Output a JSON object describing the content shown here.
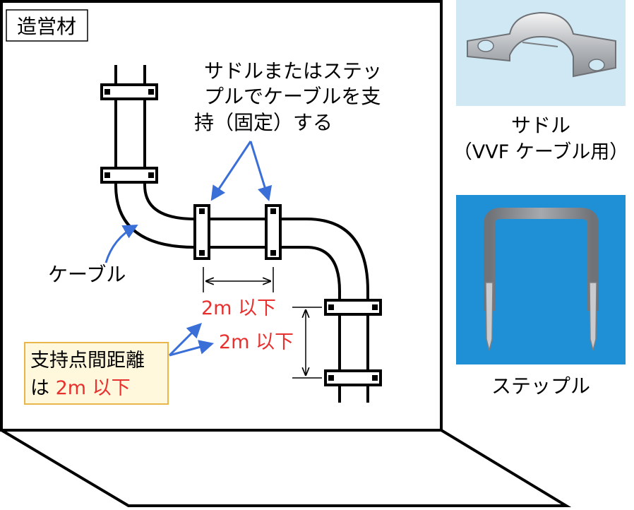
{
  "wall_label": "造営材",
  "instruction_lines": [
    "サドルまたはステッ",
    "プルでケーブルを支",
    "持（固定）する"
  ],
  "cable_label": "ケーブル",
  "distance_label_horizontal": "2m 以下",
  "distance_label_vertical": "2m 以下",
  "spacing_note": {
    "line1": "支持点間距離",
    "line2_prefix": "は ",
    "line2_value": "2m 以下"
  },
  "saddle_caption": {
    "line1": "サドル",
    "line2": "（VVF ケーブル用）"
  },
  "staple_caption": "ステップル",
  "colors": {
    "arrow_blue": "#3b6fd8",
    "distance_red": "#e8312f",
    "note_bg": "#fff8dc",
    "note_border": "#e8b64a",
    "photo_bg_saddle": "#cfe8f3",
    "photo_bg_staple": "#1f8fd6"
  }
}
